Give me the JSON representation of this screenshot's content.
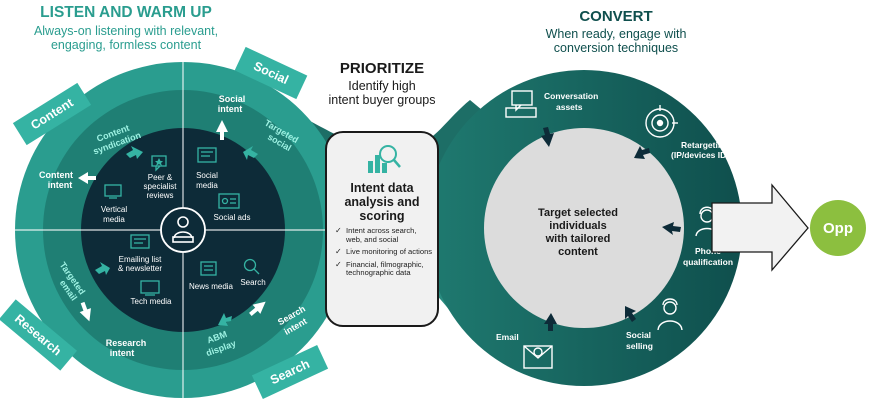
{
  "listen": {
    "title": "LISTEN AND WARM UP",
    "subtitle_line1": "Always-on listening with relevant,",
    "subtitle_line2": "engaging, formless content"
  },
  "prioritize": {
    "title": "PRIORITIZE",
    "subtitle_line1": "Identify high",
    "subtitle_line2": "intent buyer groups",
    "box_title_line1": "Intent data",
    "box_title_line2": "analysis and",
    "box_title_line3": "scoring",
    "checks": [
      "Intent across search, web, and social",
      "Live monitoring of actions",
      "Financial, filmographic, technographic data"
    ]
  },
  "convert": {
    "title": "CONVERT",
    "subtitle_line1": "When ready, engage with",
    "subtitle_line2": "conversion techniques",
    "center_line1": "Target selected",
    "center_line2": "individuals",
    "center_line3": "with tailored",
    "center_line4": "content",
    "tactics": {
      "conversation_line1": "Conversation",
      "conversation_line2": "assets",
      "retargeting_line1": "Retargeting",
      "retargeting_line2": "(IP/devices ID)",
      "phone_line1": "Phone",
      "phone_line2": "qualification",
      "social_line1": "Social",
      "social_line2": "selling",
      "email": "Email"
    }
  },
  "outcome": {
    "label": "Opp"
  },
  "tabs": {
    "content": "Content",
    "social": "Social",
    "research": "Research",
    "search": "Search"
  },
  "ring": {
    "content_syndication_line1": "Content",
    "content_syndication_line2": "syndication",
    "content_intent_line1": "Content",
    "content_intent_line2": "intent",
    "social_intent_line1": "Social",
    "social_intent_line2": "intent",
    "targeted_social_line1": "Targeted",
    "targeted_social_line2": "social",
    "targeted_email_line1": "Targeted",
    "targeted_email_line2": "email",
    "research_intent_line1": "Research",
    "research_intent_line2": "intent",
    "abm_line1": "ABM",
    "abm_line2": "display",
    "search_intent_line1": "Search",
    "search_intent_line2": "intent"
  },
  "inner": {
    "peer_line1": "Peer &",
    "peer_line2": "specialist",
    "peer_line3": "reviews",
    "social_media_line1": "Social",
    "social_media_line2": "media",
    "vertical_line1": "Vertical",
    "vertical_line2": "media",
    "social_ads": "Social ads",
    "emailing_line1": "Emailing list",
    "emailing_line2": "& newsletter",
    "tech_media": "Tech media",
    "news_media": "News media",
    "search": "Search"
  },
  "colors": {
    "dark_teal": "#0f4f4d",
    "teal": "#2a9d8f",
    "bright_teal": "#35b3a3",
    "navy": "#0d2b38",
    "opp_green": "#8cbf3f",
    "light_grey": "#dcdcdc"
  }
}
